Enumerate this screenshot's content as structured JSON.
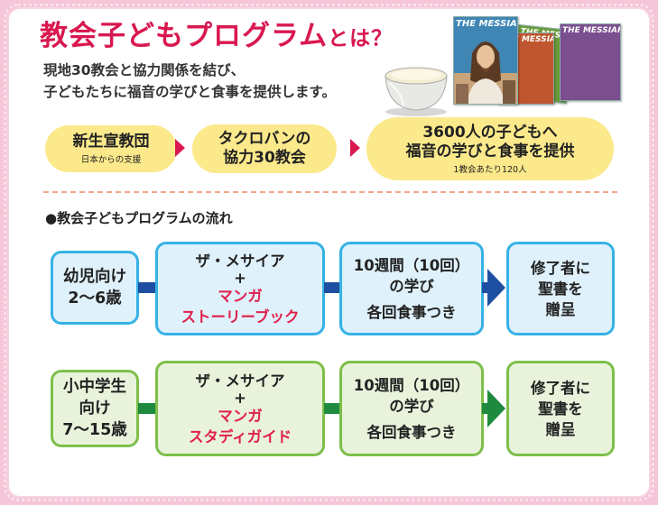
{
  "title": {
    "main": "教会子どもプログラム",
    "suffix": "とは？"
  },
  "intro": {
    "line1": "現地30教会と協力関係を結び、",
    "line2": "子どもたちに福音の学びと食事を提供します。"
  },
  "books": {
    "cover_title": "THE MESSIAH"
  },
  "top_flow": {
    "step1": {
      "title": "新生宣教団",
      "sub": "日本からの支援"
    },
    "step2": {
      "line1": "タクロバンの",
      "line2": "協力30教会"
    },
    "step3": {
      "line1": "3600人の子どもへ",
      "line2": "福音の学びと食事を提供",
      "sub": "1教会あたり120人"
    }
  },
  "flow_heading": "●教会子どもプログラムの流れ",
  "rows": [
    {
      "target": [
        "幼児向け",
        "2～6歳"
      ],
      "material": [
        "ザ・メサイア",
        "+",
        "マンガ",
        "ストーリーブック"
      ],
      "study": [
        "10週間（10回）",
        "の学び",
        "各回食事つき"
      ],
      "gift": [
        "修了者に",
        "聖書を",
        "贈呈"
      ],
      "color": "#36b2e6"
    },
    {
      "target": [
        "小中学生",
        "向け",
        "7～15歳"
      ],
      "material": [
        "ザ・メサイア",
        "+",
        "マンガ",
        "スタディガイド"
      ],
      "study": [
        "10週間（10回）",
        "の学び",
        "各回食事つき"
      ],
      "gift": [
        "修了者に",
        "聖書を",
        "贈呈"
      ],
      "color": "#7dbf4a"
    }
  ],
  "colors": {
    "accent": "#d9184f",
    "oval": "#fbe98b",
    "row1_fill": "#dff1fb",
    "row1_connector": "#1e4fa0",
    "row2_fill": "#e9f3dc",
    "row2_connector": "#1e8a3e"
  }
}
